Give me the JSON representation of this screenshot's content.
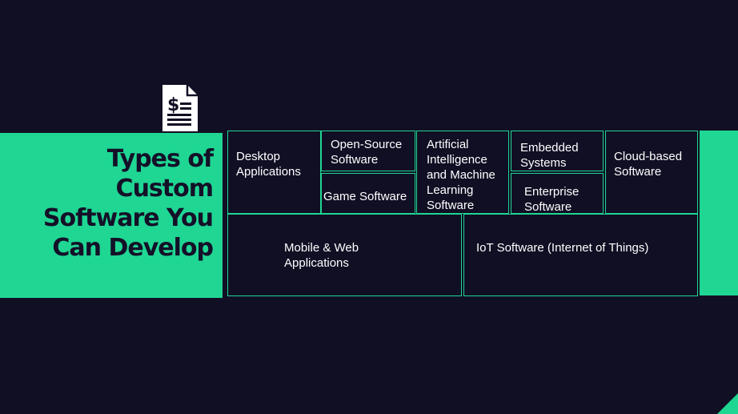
{
  "slide": {
    "title_lines": [
      "Types of",
      "Custom",
      "Software You",
      "Can Develop"
    ],
    "icon": "invoice-dollar-document-icon",
    "accent_color": "#1fd693",
    "background_color": "#110f24"
  },
  "tiles": {
    "desktop": "Desktop Applications",
    "open_source": "Open-Source Software",
    "game": "Game Software",
    "ai_ml": "Artificial Intelligence and Machine Learning Software",
    "embedded": "Embedded Systems",
    "enterprise": "Enterprise Software",
    "cloud": "Cloud-based Software",
    "mobile_web": "Mobile & Web Applications",
    "iot": "IoT Software (Internet of Things)"
  }
}
